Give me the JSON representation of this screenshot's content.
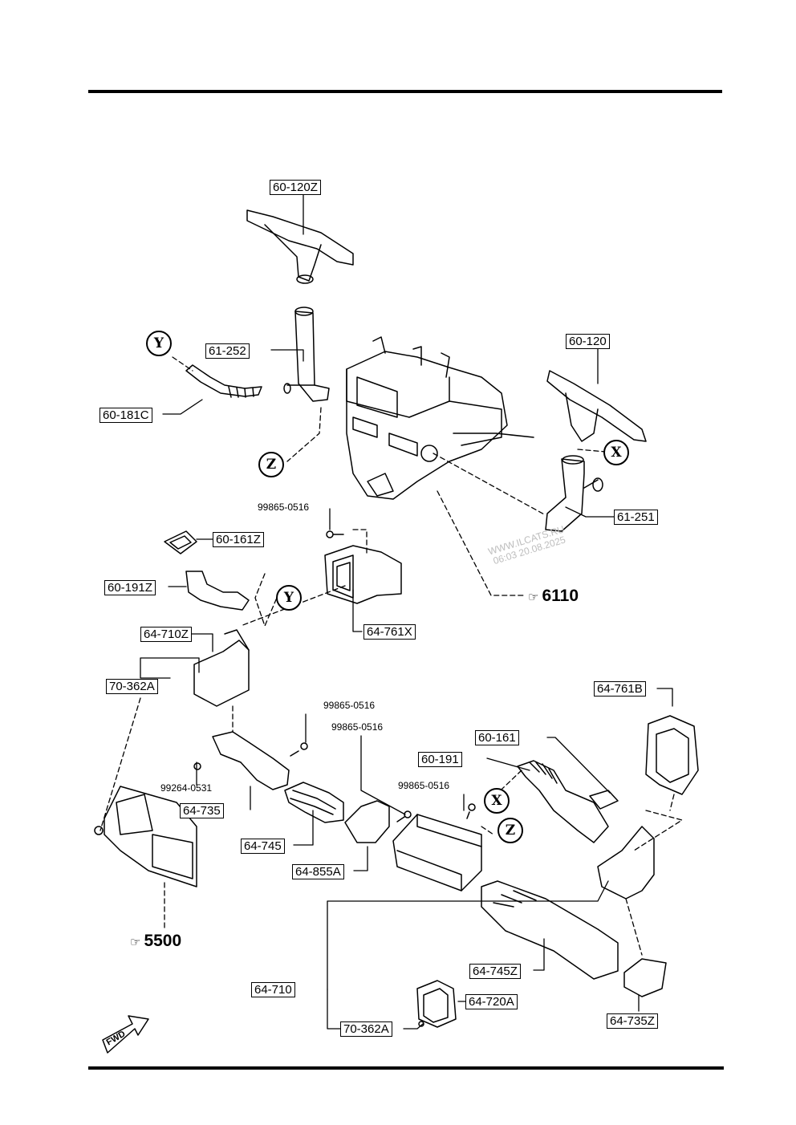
{
  "callouts": {
    "p60_120Z": "60-120Z",
    "p61_252": "61-252",
    "p60_181C": "60-181C",
    "p60_120": "60-120",
    "p61_251": "61-251",
    "p60_161Z": "60-161Z",
    "p60_191Z": "60-191Z",
    "p64_761X": "64-761X",
    "p64_710Z": "64-710Z",
    "p70_362A_left": "70-362A",
    "p64_735": "64-735",
    "p64_745": "64-745",
    "p64_855A": "64-855A",
    "p60_161": "60-161",
    "p60_191": "60-191",
    "p64_761B": "64-761B",
    "p64_745Z": "64-745Z",
    "p64_710": "64-710",
    "p64_720A": "64-720A",
    "p70_362A_bottom": "70-362A",
    "p64_735Z": "64-735Z"
  },
  "fasteners": {
    "f1": "99865-0516",
    "f2": "99865-0516",
    "f3": "99865-0516",
    "f4": "99865-0516",
    "f5": "99264-0531"
  },
  "connectors": {
    "x1": "X",
    "x2": "X",
    "y1": "Y",
    "y2": "Y",
    "z1": "Z",
    "z2": "Z"
  },
  "references": {
    "r6110": "6110",
    "r5500": "5500",
    "icon": "pointing-hand-icon"
  },
  "fwd_label": "FWD",
  "watermark": {
    "line1": "WWW.ILCATS.RU",
    "line2": "06:03 20.08.2025"
  }
}
